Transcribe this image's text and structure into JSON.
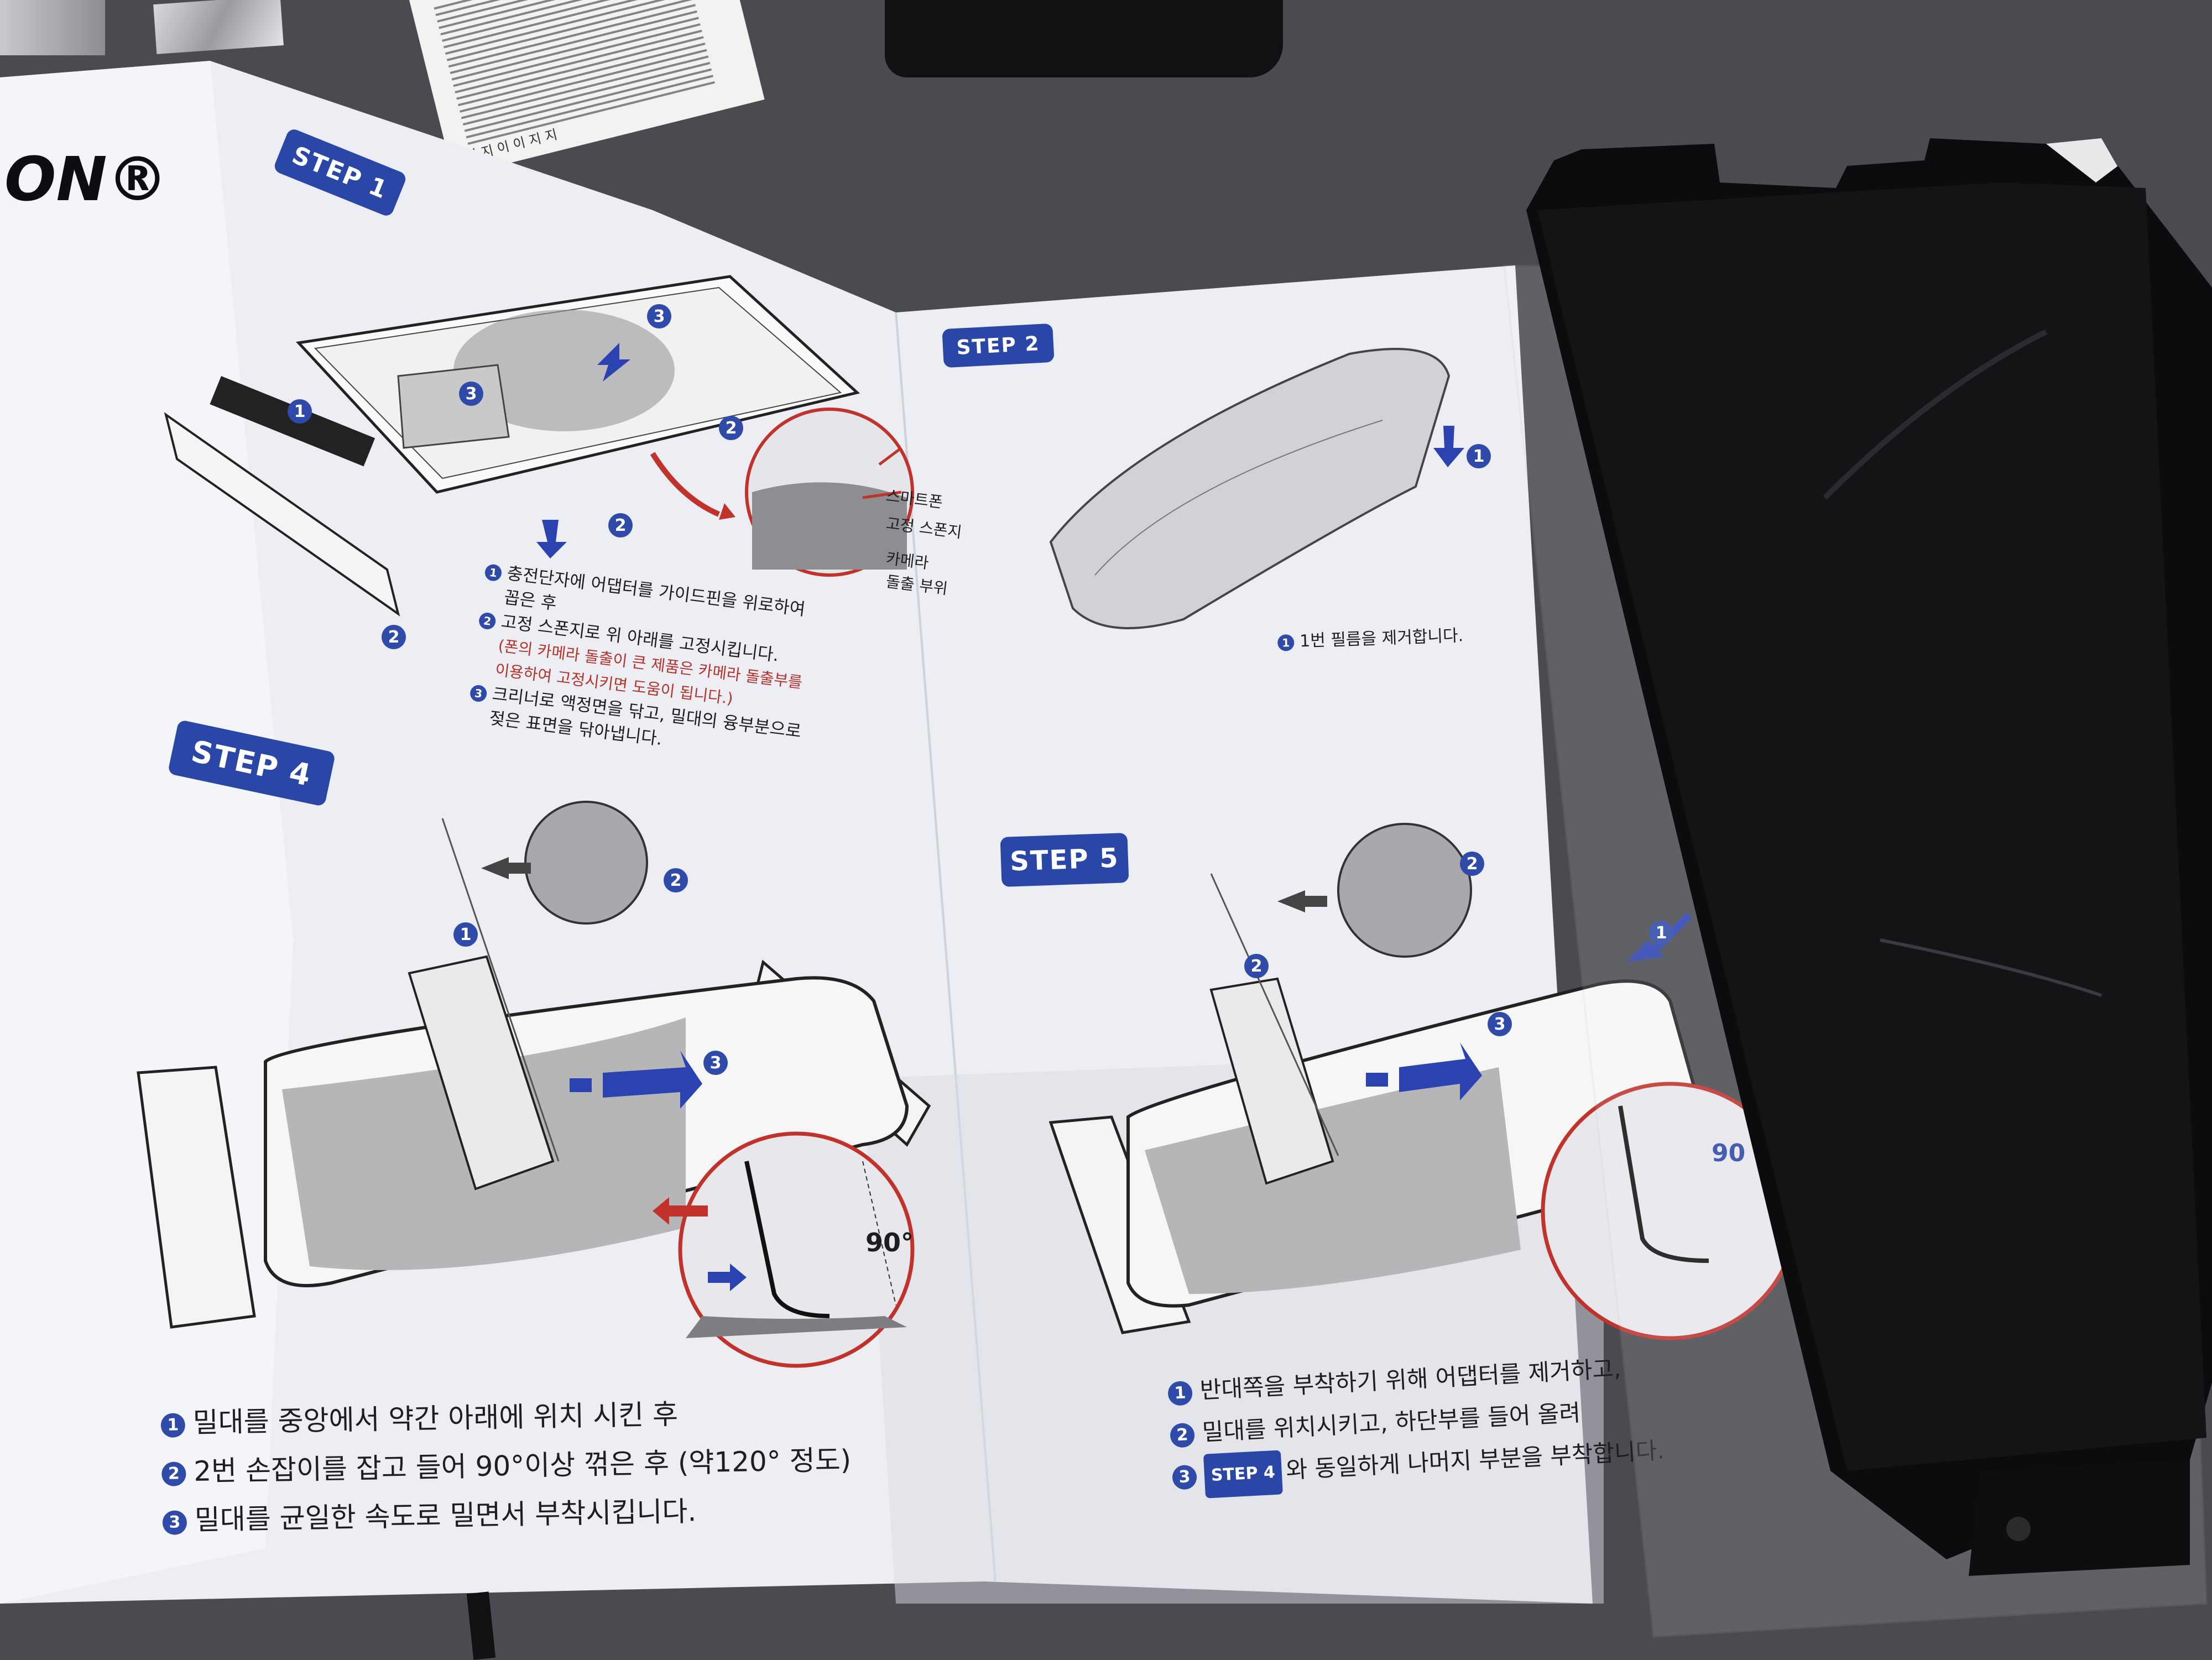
{
  "brand_fragment": "ON®",
  "sachet_text": "이 지 이 이 지 지",
  "steps": {
    "step1": {
      "title": "STEP 1",
      "lines": [
        "충전단자에 어댑터를 가이드핀을 위로하여",
        "꼽은 후",
        "고정 스폰지로 위 아래를 고정시킵니다.",
        "(폰의 카메라 돌출이 큰 제품은 카메라 돌출부를",
        "이용하여 고정시키면 도움이 됩니다.)",
        "크리너로 액정면을 닦고, 밀대의 융부분으로",
        "젖은 표면을 닦아냅니다."
      ],
      "callouts": [
        "스마트폰",
        "고정 스폰지",
        "카메라",
        "돌출 부위"
      ]
    },
    "step2": {
      "title": "STEP 2",
      "lines": [
        "1번 필름을 제거합니다."
      ]
    },
    "step4": {
      "title": "STEP 4",
      "angle_label": "90°",
      "lines": [
        "밀대를 중앙에서 약간 아래에 위치 시킨 후",
        "2번 손잡이를 잡고 들어 90°이상 꺾은 후 (약120° 정도)",
        "밀대를 균일한 속도로 밀면서 부착시킵니다."
      ]
    },
    "step5": {
      "title": "STEP 5",
      "angle_label": "90",
      "lines": [
        "반대쪽을 부착하기 위해 어댑터를 제거하고,",
        "밀대를 위치시키고, 하단부를 들어 올려",
        "와 동일하게 나머지 부분을 부착합니다."
      ],
      "inline_ref": "STEP 4"
    },
    "numbers": [
      "1",
      "2",
      "3"
    ]
  }
}
